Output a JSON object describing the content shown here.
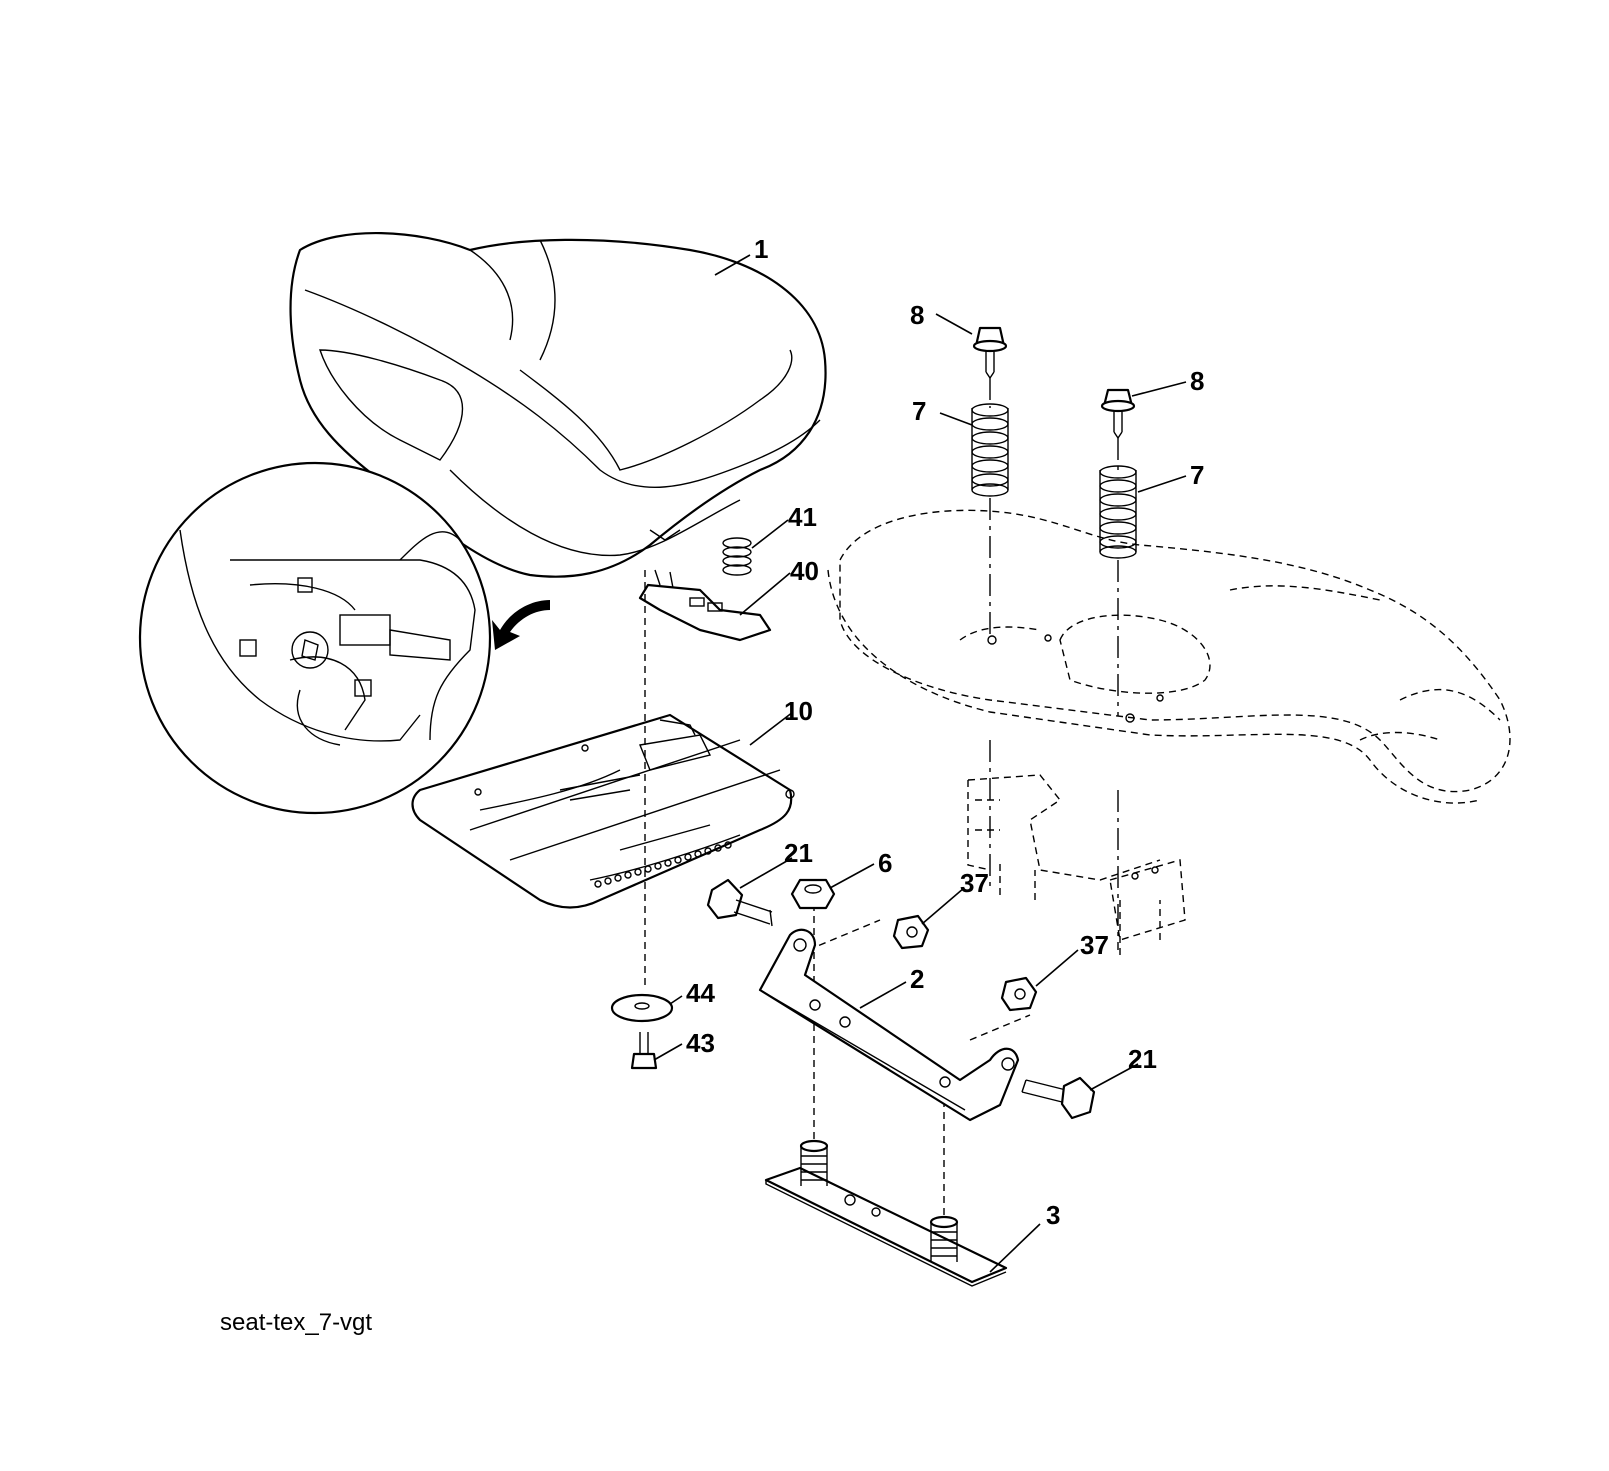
{
  "diagram": {
    "caption": "seat-tex_7-vgt",
    "callouts": [
      {
        "id": "c1",
        "label": "1"
      },
      {
        "id": "c8a",
        "label": "8"
      },
      {
        "id": "c8b",
        "label": "8"
      },
      {
        "id": "c7a",
        "label": "7"
      },
      {
        "id": "c7b",
        "label": "7"
      },
      {
        "id": "c41",
        "label": "41"
      },
      {
        "id": "c40",
        "label": "40"
      },
      {
        "id": "c10",
        "label": "10"
      },
      {
        "id": "c21a",
        "label": "21"
      },
      {
        "id": "c6",
        "label": "6"
      },
      {
        "id": "c37a",
        "label": "37"
      },
      {
        "id": "c37b",
        "label": "37"
      },
      {
        "id": "c2",
        "label": "2"
      },
      {
        "id": "c44",
        "label": "44"
      },
      {
        "id": "c43",
        "label": "43"
      },
      {
        "id": "c21b",
        "label": "21"
      },
      {
        "id": "c3",
        "label": "3"
      }
    ]
  }
}
